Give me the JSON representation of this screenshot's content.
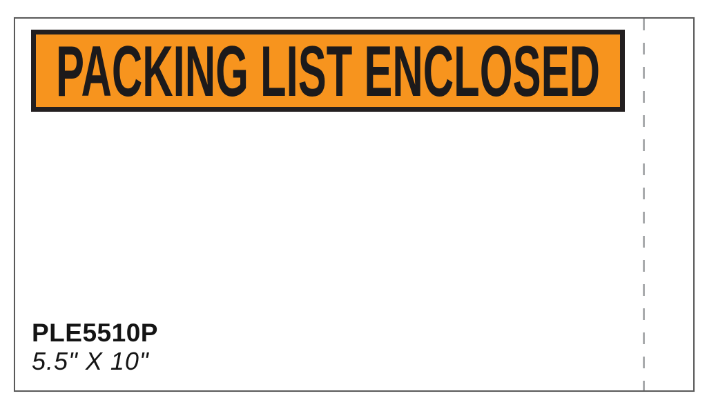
{
  "envelope": {
    "banner": {
      "text": "PACKING LIST ENCLOSED"
    },
    "labels": {
      "sku": "PLE5510P",
      "size": "5.5\" X 10\""
    }
  },
  "colors": {
    "banner_fill": "#F7941E",
    "banner_border": "#231F20",
    "banner_text": "#1C1A1B",
    "envelope_border": "#595959",
    "tear_line_gray": "#A9ABAD",
    "label_text": "#141414"
  }
}
